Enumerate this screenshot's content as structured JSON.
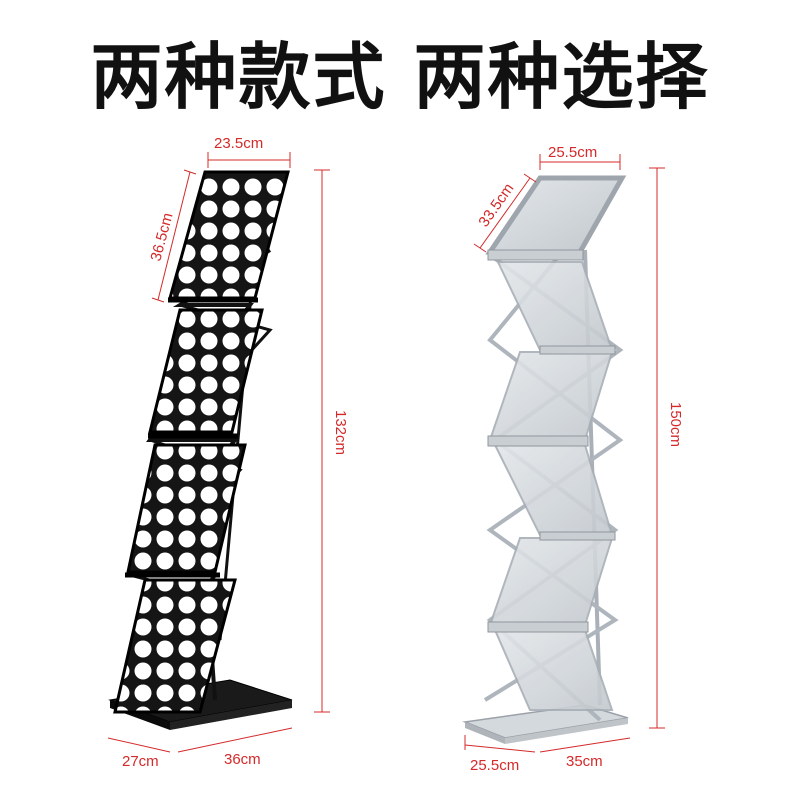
{
  "headline": "两种款式  两种选择",
  "black_rack": {
    "width_label": "23.5cm",
    "pocket_height_label": "36.5cm",
    "height_label": "132cm",
    "base_depth_label": "27cm",
    "base_width_label": "36cm",
    "color": "#111111"
  },
  "silver_rack": {
    "width_label": "25.5cm",
    "pocket_height_label": "33.5cm",
    "height_label": "150cm",
    "base_depth_label": "25.5cm",
    "base_width_label": "35cm",
    "color": "#b8bec5"
  },
  "dimension_color": "#d42a2a"
}
